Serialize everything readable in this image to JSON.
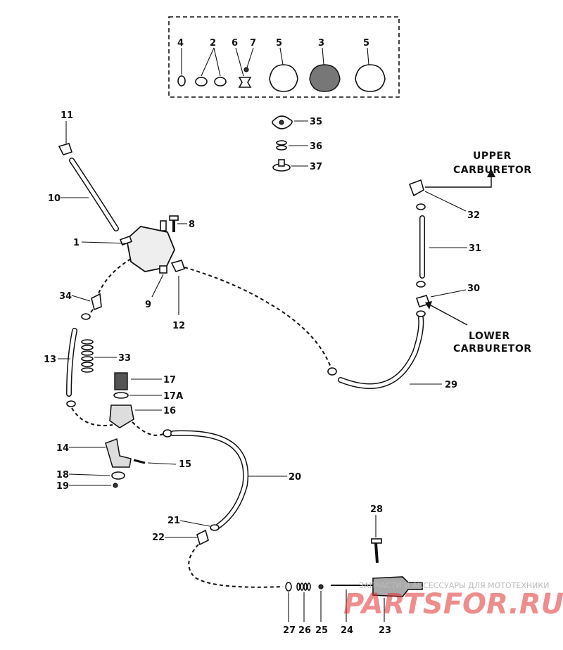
{
  "callouts": {
    "n1": "1",
    "n2": "2",
    "n3": "3",
    "n4": "4",
    "n5": "5",
    "n6": "6",
    "n7": "7",
    "n8": "8",
    "n9": "9",
    "n10": "10",
    "n11": "11",
    "n12": "12",
    "n13": "13",
    "n14": "14",
    "n15": "15",
    "n16": "16",
    "n17": "17",
    "n17a": "17A",
    "n18": "18",
    "n19": "19",
    "n20": "20",
    "n21": "21",
    "n22": "22",
    "n23": "23",
    "n24": "24",
    "n25": "25",
    "n26": "26",
    "n27": "27",
    "n28": "28",
    "n29": "29",
    "n30": "30",
    "n31": "31",
    "n32": "32",
    "n33": "33",
    "n34": "34",
    "n35": "35",
    "n36": "36",
    "n37": "37"
  },
  "labels": {
    "upper_line1": "UPPER",
    "upper_line2": "CARBURETOR",
    "lower_line1": "LOWER",
    "lower_line2": "CARBURETOR"
  },
  "watermark": {
    "caption": "ЗАПЧАСТИ И АКСЕССУАРЫ ДЛЯ МОТОТЕХНИКИ",
    "brand": "PARTSFOR.RU"
  }
}
